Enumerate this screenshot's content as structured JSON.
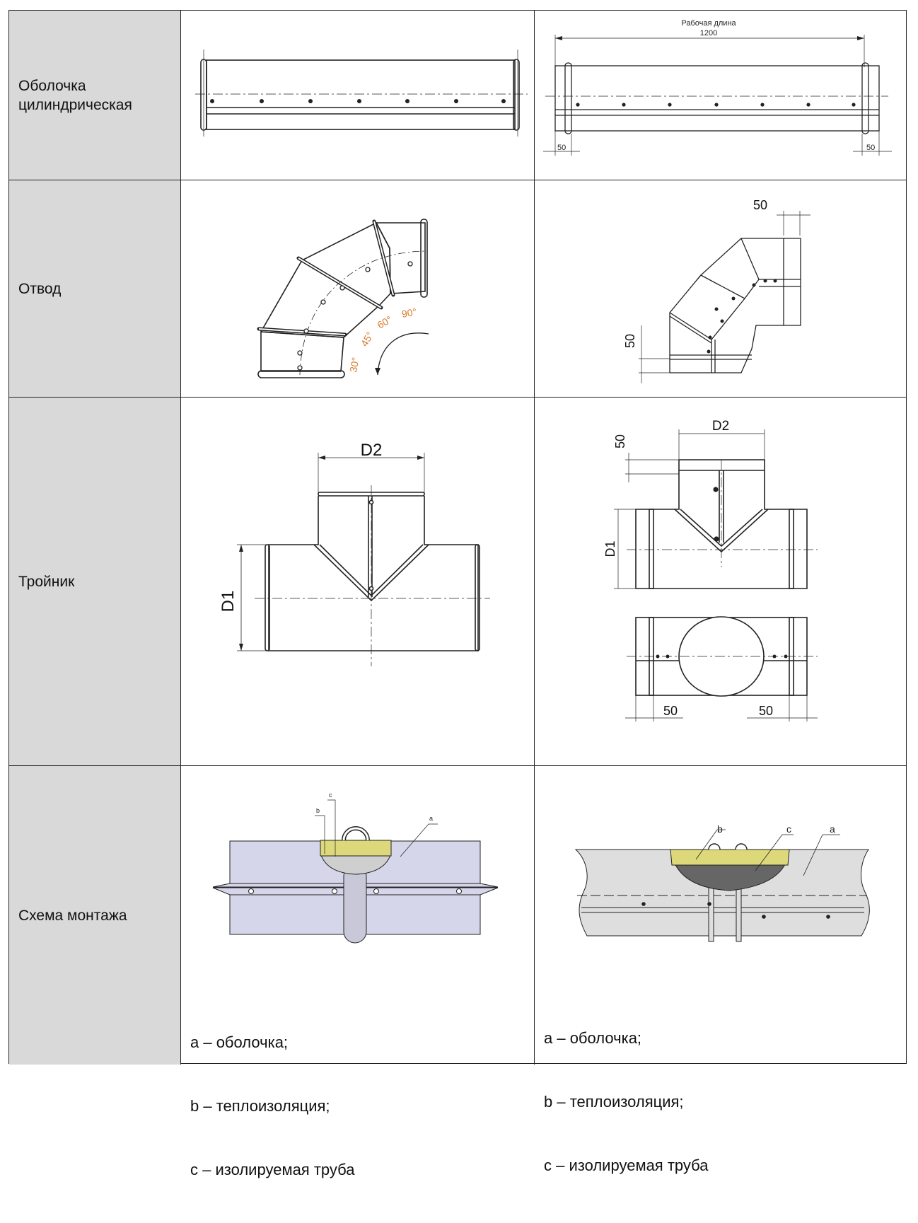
{
  "rows": [
    {
      "label": "Оболочка цилиндрическая",
      "right": {
        "dim_title": "Рабочая длина",
        "dim_length": "1200",
        "dim_left": "50",
        "dim_right": "50"
      }
    },
    {
      "label": "Отвод",
      "left": {
        "angles": [
          "30°",
          "45°",
          "60°",
          "90°"
        ]
      },
      "right": {
        "dim_top": "50",
        "dim_side": "50"
      }
    },
    {
      "label": "Тройник",
      "left": {
        "d2": "D2",
        "d1": "D1"
      },
      "right": {
        "d2": "D2",
        "d1": "D1",
        "top": "50",
        "bottom_left": "50",
        "bottom_right": "50"
      }
    },
    {
      "label": "Схема монтажа",
      "left": {
        "callout_a": "a",
        "callout_b": "b",
        "callout_c": "c",
        "legend": [
          "a – оболочка;",
          "b – теплоизоляция;",
          "c – изолируемая труба"
        ]
      },
      "right": {
        "callout_a": "a",
        "callout_b": "b",
        "callout_c": "c",
        "legend": [
          "a – оболочка;",
          "b – теплоизоляция;",
          "c – изолируемая труба"
        ]
      }
    }
  ],
  "colors": {
    "label_bg": "#d9d9d9",
    "insulation": "#ddd97a",
    "shell_left": "#d6d6ea",
    "shell_right": "#dedede",
    "angle_text": "#d77a2a"
  }
}
